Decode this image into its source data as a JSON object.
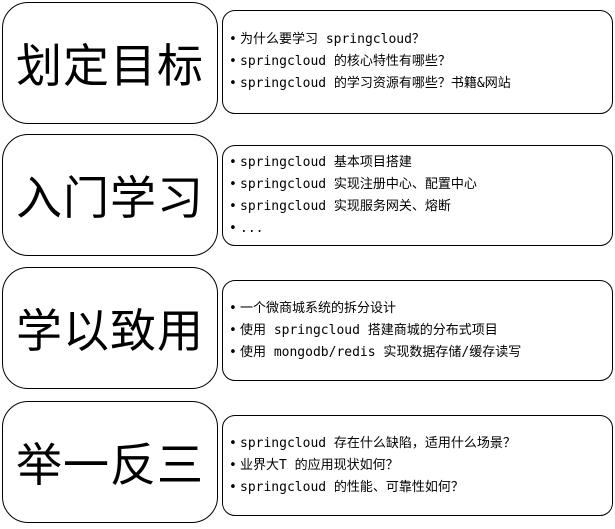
{
  "stages": [
    {
      "title": "划定目标",
      "items": [
        "为什么要学习 springcloud？",
        "springcloud 的核心特性有哪些？",
        "springcloud 的学习资源有哪些？书籍&网站"
      ]
    },
    {
      "title": "入门学习",
      "items": [
        "springcloud 基本项目搭建",
        "springcloud 实现注册中心、配置中心",
        "springcloud 实现服务网关、熔断",
        "..."
      ]
    },
    {
      "title": "学以致用",
      "items": [
        "一个微商城系统的拆分设计",
        "使用 springcloud 搭建商城的分布式项目",
        "使用 mongodb/redis 实现数据存储/缓存读写"
      ]
    },
    {
      "title": "举一反三",
      "items": [
        "springcloud 存在什么缺陷，适用什么场景？",
        "业界大T 的应用现状如何？",
        "springcloud 的性能、可靠性如何？"
      ]
    }
  ]
}
